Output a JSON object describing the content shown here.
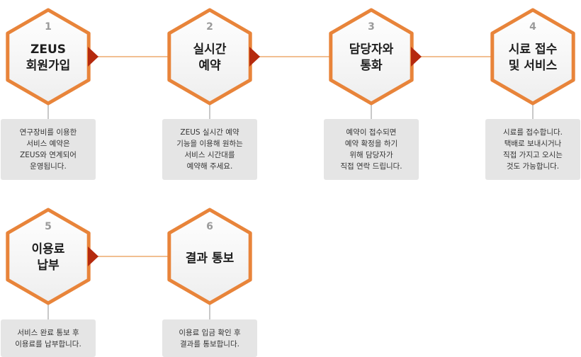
{
  "steps": [
    {
      "number": "1",
      "title": "ZEUS\n회원가입",
      "description": "연구장비를 이용한\n서비스 예약은\nZEUS와 연계되어\n운영됩니다."
    },
    {
      "number": "2",
      "title": "실시간\n예약",
      "description": "ZEUS 실시간 예약\n기능을 이용해 원하는\n서비스 시간대를\n예약해 주세요."
    },
    {
      "number": "3",
      "title": "담당자와\n통화",
      "description": "예약이 접수되면\n예약 확정을 하기\n위해 담당자가\n직접 연락 드립니다."
    },
    {
      "number": "4",
      "title": "시료 접수\n및 서비스",
      "description": "시료를 접수합니다.\n택배로 보내시거나\n직접 가지고 오시는\n것도 가능합니다."
    },
    {
      "number": "5",
      "title": "이용료\n납부",
      "description": "서비스 완료 통보 후\n이용료를 납부합니다."
    },
    {
      "number": "6",
      "title": "결과 통보",
      "description": "이용료 입금 확인 후\n결과를 통보합니다."
    }
  ],
  "colors": {
    "hex_stroke": "#e8843a",
    "hex_fill_top": "#ffffff",
    "hex_fill_bottom": "#eeeeee",
    "arrow": "#b52a0e",
    "connector": "#f1bf92",
    "description_bg": "#e5e5e5"
  }
}
